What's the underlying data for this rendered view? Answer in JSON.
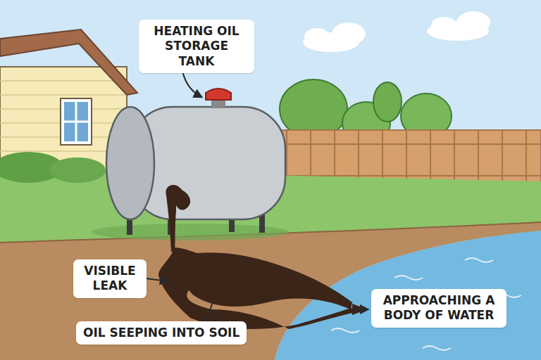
{
  "diagram": {
    "nodes": [
      {
        "text": [
          "HEATING OIL STORAGE TANK"
        ]
      },
      {
        "text": [
          "VISIBLE LEAK"
        ]
      },
      {
        "text": [
          "OIL SEEPING INTO SOIL"
        ]
      },
      {
        "text": [
          "APPROACHING A BODY OF WATER"
        ]
      }
    ]
  }
}
